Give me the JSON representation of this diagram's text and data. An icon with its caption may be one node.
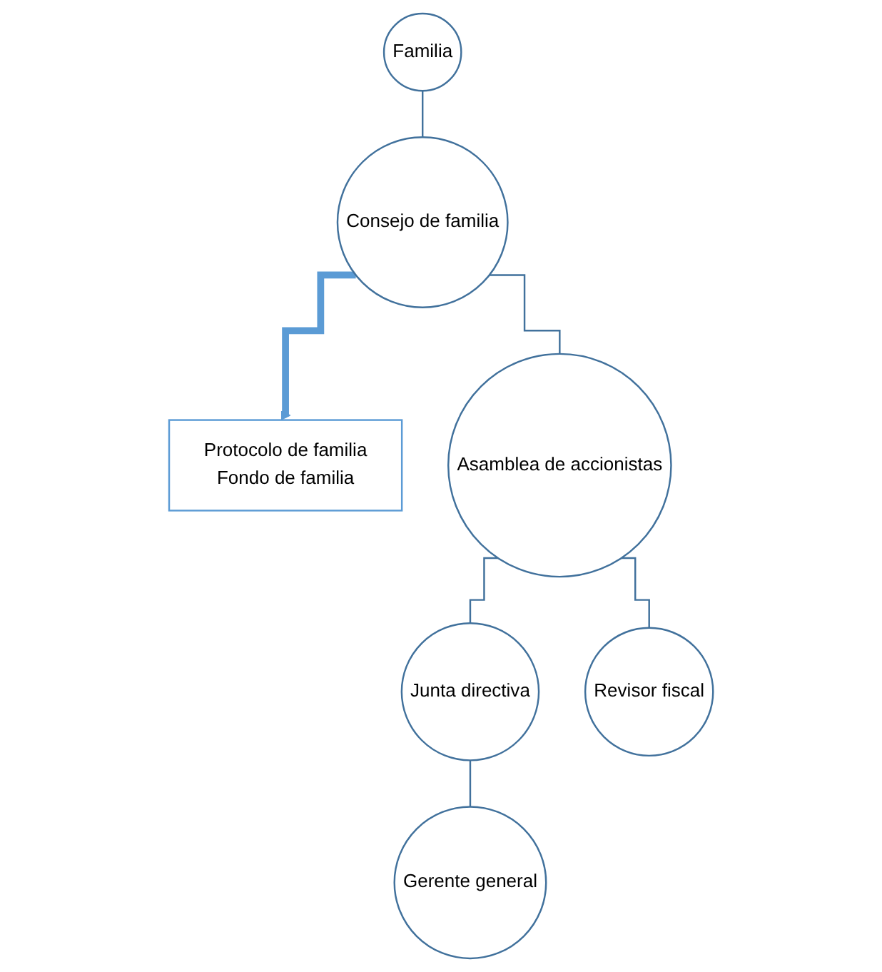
{
  "diagram": {
    "nodes": [
      {
        "text": [
          "Familia"
        ]
      },
      {
        "text": [
          "Consejo de familia"
        ]
      },
      {
        "text": [
          "Protocolo de familia",
          "Fondo de familia"
        ]
      },
      {
        "text": [
          "Asamblea de accionistas"
        ]
      },
      {
        "text": [
          "Junta directiva"
        ]
      },
      {
        "text": [
          "Revisor fiscal"
        ]
      },
      {
        "text": [
          "Gerente general"
        ]
      }
    ],
    "edges": [
      {
        "from": 0,
        "to": 1,
        "arrow": "none"
      },
      {
        "from": 1,
        "to": 2,
        "arrow": "to",
        "style": "thick",
        "color": "#5b9bd5"
      },
      {
        "from": 1,
        "to": 3,
        "arrow": "none"
      },
      {
        "from": 3,
        "to": 4,
        "arrow": "none"
      },
      {
        "from": 3,
        "to": 5,
        "arrow": "none"
      },
      {
        "from": 4,
        "to": 6,
        "arrow": "none"
      }
    ]
  }
}
